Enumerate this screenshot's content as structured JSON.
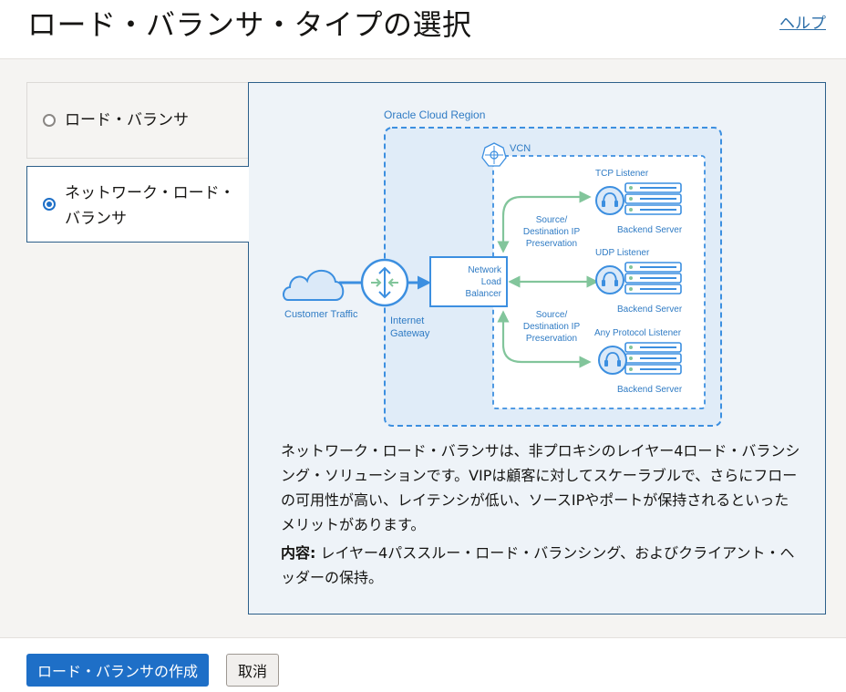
{
  "header": {
    "title": "ロード・バランサ・タイプの選択",
    "help_link": "ヘルプ"
  },
  "options": [
    {
      "label": "ロード・バランサ",
      "selected": false
    },
    {
      "label": "ネットワーク・ロード・バランサ",
      "selected": true
    }
  ],
  "diagram": {
    "region_label": "Oracle Cloud Region",
    "vcn_label": "VCN",
    "customer_traffic": "Customer Traffic",
    "internet_gateway_line1": "Internet",
    "internet_gateway_line2": "Gateway",
    "nlb_line1": "Network",
    "nlb_line2": "Load",
    "nlb_line3": "Balancer",
    "preservation_top": [
      "Source/",
      "Destination IP",
      "Preservation"
    ],
    "preservation_bottom": [
      "Source/",
      "Destination IP",
      "Preservation"
    ],
    "listeners": [
      "TCP Listener",
      "UDP Listener",
      "Any Protocol Listener"
    ],
    "backend_label": "Backend Server",
    "colors": {
      "blue": "#3c8fe0",
      "green": "#82c59b",
      "region_fill": "#e0ecf8",
      "vcn_fill": "#ffffff",
      "cloud_fill": "#dbe9f8"
    }
  },
  "description": "ネットワーク・ロード・バランサは、非プロキシのレイヤー4ロード・バランシング・ソリューションです。VIPは顧客に対してスケーラブルで、さらにフローの可用性が高い、レイテンシが低い、ソースIPやポートが保持されるといったメリットがあります。",
  "features": {
    "label": "内容",
    "separator": ":",
    "text": " レイヤー4パススルー・ロード・バランシング、およびクライアント・ヘッダーの保持。"
  },
  "footer": {
    "create_button": "ロード・バランサの作成",
    "cancel_button": "取消"
  }
}
